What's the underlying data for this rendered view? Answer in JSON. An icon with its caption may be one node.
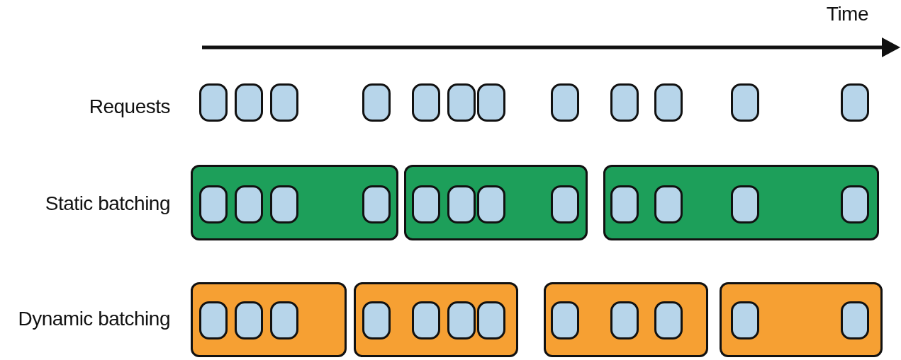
{
  "diagram": {
    "nodes": [
      {
        "text": [],
        "shape": "box"
      },
      {
        "text": [],
        "shape": "box"
      },
      {
        "text": [],
        "shape": "box"
      },
      {
        "text": [],
        "shape": "box"
      },
      {
        "text": [],
        "shape": "box"
      },
      {
        "text": [],
        "shape": "box"
      },
      {
        "text": [],
        "shape": "box"
      },
      {
        "text": [],
        "shape": "box"
      },
      {
        "text": [],
        "shape": "box"
      },
      {
        "text": [],
        "shape": "box"
      },
      {
        "text": [],
        "shape": "box"
      },
      {
        "text": [],
        "shape": "box"
      },
      {
        "text": [],
        "shape": "box"
      },
      {
        "text": [],
        "shape": "box",
        "in": 12
      },
      {
        "text": [],
        "shape": "box",
        "in": 12
      },
      {
        "text": [],
        "shape": "box",
        "in": 12
      },
      {
        "text": [],
        "shape": "box",
        "in": 12
      },
      {
        "text": [],
        "shape": "box"
      },
      {
        "text": [],
        "shape": "box",
        "in": 17
      },
      {
        "text": [],
        "shape": "box",
        "in": 17
      },
      {
        "text": [],
        "shape": "box",
        "in": 17
      },
      {
        "text": [],
        "shape": "box",
        "in": 17
      },
      {
        "text": [],
        "shape": "box"
      },
      {
        "text": [],
        "shape": "box",
        "in": 22
      },
      {
        "text": [],
        "shape": "box",
        "in": 22
      },
      {
        "text": [],
        "shape": "box",
        "in": 22
      },
      {
        "text": [],
        "shape": "box",
        "in": 22
      },
      {
        "text": [],
        "shape": "box"
      },
      {
        "text": [],
        "shape": "box",
        "in": 27
      },
      {
        "text": [],
        "shape": "box",
        "in": 27
      },
      {
        "text": [],
        "shape": "box",
        "in": 27
      },
      {
        "text": [],
        "shape": "box"
      },
      {
        "text": [],
        "shape": "box",
        "in": 31
      },
      {
        "text": [],
        "shape": "box",
        "in": 31
      },
      {
        "text": [],
        "shape": "box",
        "in": 31
      },
      {
        "text": [],
        "shape": "box",
        "in": 31
      },
      {
        "text": [],
        "shape": "box"
      },
      {
        "text": [],
        "shape": "box",
        "in": 36
      },
      {
        "text": [],
        "shape": "box",
        "in": 36
      },
      {
        "text": [],
        "shape": "box",
        "in": 36
      },
      {
        "text": [],
        "shape": "box"
      },
      {
        "text": [],
        "shape": "box",
        "in": 40
      },
      {
        "text": [],
        "shape": "box",
        "in": 40
      }
    ],
    "labels": [
      "Time",
      "Requests",
      "Static batching",
      "Dynamic batching"
    ]
  }
}
